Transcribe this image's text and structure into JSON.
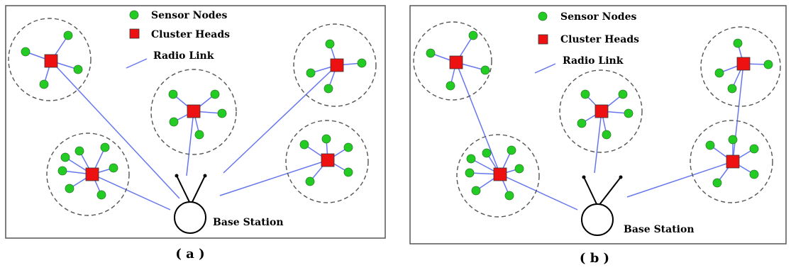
{
  "legend": {
    "sensor_nodes": "Sensor Nodes",
    "cluster_heads": "Cluster Heads",
    "radio_link": "Radio Link"
  },
  "base_station_label": "Base Station",
  "panels": [
    {
      "caption": "( a )"
    },
    {
      "caption": "( b )"
    }
  ],
  "colors": {
    "sensor_node_fill": "#22cc22",
    "cluster_head_fill": "#ee1111",
    "radio_link": "#6677ee",
    "cluster_boundary": "#555555",
    "panel_border": "#555555"
  }
}
